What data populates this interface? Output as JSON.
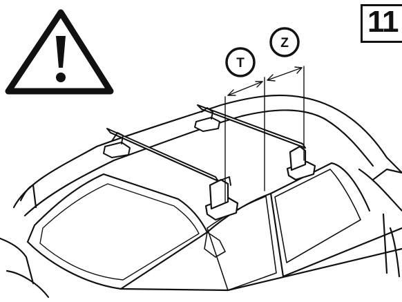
{
  "step_number": "11",
  "labels": {
    "t": "T",
    "z": "Z"
  },
  "icons": {
    "warning": "warning-triangle-icon"
  },
  "colors": {
    "ink": "#111111",
    "background": "#ffffff"
  }
}
